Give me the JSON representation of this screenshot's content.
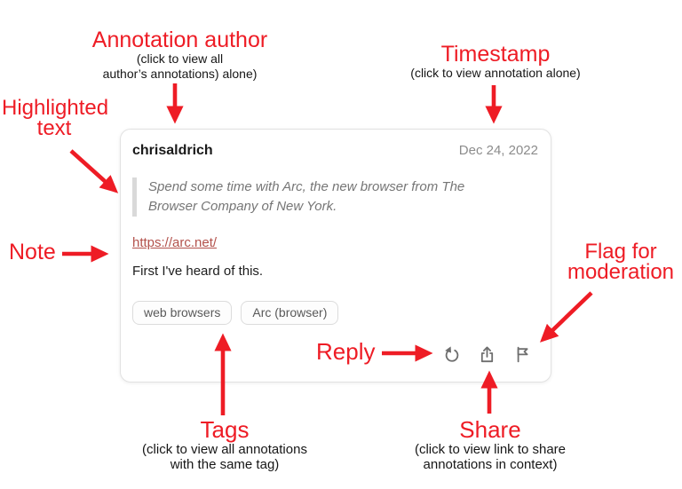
{
  "callouts": {
    "author": {
      "title": "Annotation author",
      "sub1": "(click to view all",
      "sub2": "author’s annotations) alone)"
    },
    "timestamp": {
      "title": "Timestamp",
      "sub1": "(click to view annotation alone)"
    },
    "highlighted": {
      "title1": "Highlighted",
      "title2": "text"
    },
    "note": {
      "title": "Note"
    },
    "flag": {
      "title1": "Flag for",
      "title2": "moderation"
    },
    "reply": {
      "title": "Reply"
    },
    "tags": {
      "title": "Tags",
      "sub1": "(click to view all annotations",
      "sub2": "with the same tag)"
    },
    "share": {
      "title": "Share",
      "sub1": "(click to view link to share",
      "sub2": "annotations in context)"
    }
  },
  "card": {
    "author": "chrisaldrich",
    "timestamp": "Dec 24, 2022",
    "quote": "Spend some time with Arc, the new browser from The Browser Company of New York.",
    "link": "https://arc.net/",
    "note": "First I've heard of this.",
    "tags": [
      "web browsers",
      "Arc (browser)"
    ],
    "icons": {
      "reply": "reply-icon",
      "share": "share-icon",
      "flag": "flag-icon"
    }
  },
  "colors": {
    "annotation_red": "#ee1c25",
    "link_color": "#b3524c",
    "icon_gray": "#6e6e6e",
    "quote_gray": "#767676",
    "timestamp_gray": "#8c8c8c",
    "card_border": "#e2e2e2"
  }
}
